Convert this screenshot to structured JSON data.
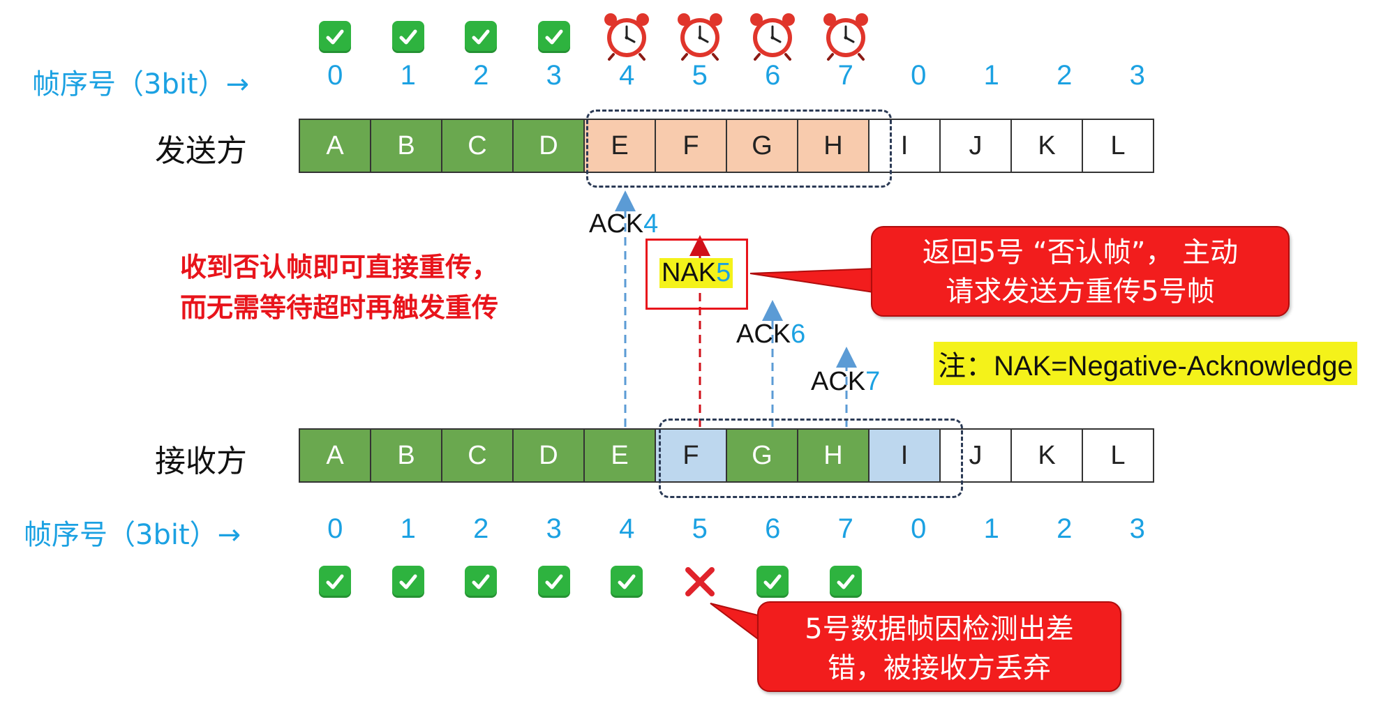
{
  "seq_label": "帧序号（3bit）→",
  "seq_numbers": [
    "0",
    "1",
    "2",
    "3",
    "4",
    "5",
    "6",
    "7",
    "0",
    "1",
    "2",
    "3"
  ],
  "sender": {
    "label": "发送方",
    "frames": [
      "A",
      "B",
      "C",
      "D",
      "E",
      "F",
      "G",
      "H",
      "I",
      "J",
      "K",
      "L"
    ],
    "states": [
      "green",
      "green",
      "green",
      "green",
      "pink",
      "pink",
      "pink",
      "pink",
      "white",
      "white",
      "white",
      "white"
    ],
    "top_marks": [
      "check",
      "check",
      "check",
      "check",
      "clock",
      "clock",
      "clock",
      "clock"
    ]
  },
  "receiver": {
    "label": "接收方",
    "frames": [
      "A",
      "B",
      "C",
      "D",
      "E",
      "F",
      "G",
      "H",
      "I",
      "J",
      "K",
      "L"
    ],
    "states": [
      "green",
      "green",
      "green",
      "green",
      "green",
      "blue",
      "green",
      "green",
      "blue",
      "white",
      "white",
      "white"
    ],
    "bottom_marks": [
      "check",
      "check",
      "check",
      "check",
      "check",
      "cross",
      "check",
      "check"
    ]
  },
  "acks": [
    {
      "prefix": "ACK",
      "num": "4"
    },
    {
      "prefix": "NAK",
      "num": "5"
    },
    {
      "prefix": "ACK",
      "num": "6"
    },
    {
      "prefix": "ACK",
      "num": "7"
    }
  ],
  "red_note_lines": [
    "收到否认帧即可直接重传，",
    "而无需等待超时再触发重传"
  ],
  "callout_nak_lines": [
    "返回5号 “否认帧”， 主动",
    "请求发送方重传5号帧"
  ],
  "callout_error_lines": [
    "5号数据帧因检测出差",
    "错，被接收方丢弃"
  ],
  "note": "注：NAK=Negative-Acknowledge",
  "colors": {
    "accent": "#1ba1e2",
    "green_cell": "#6aa84f",
    "pink_cell": "#f8cbad",
    "blue_cell": "#bdd7ee",
    "callout_red": "#f21d1d",
    "highlight_yellow": "#f4f21a"
  }
}
